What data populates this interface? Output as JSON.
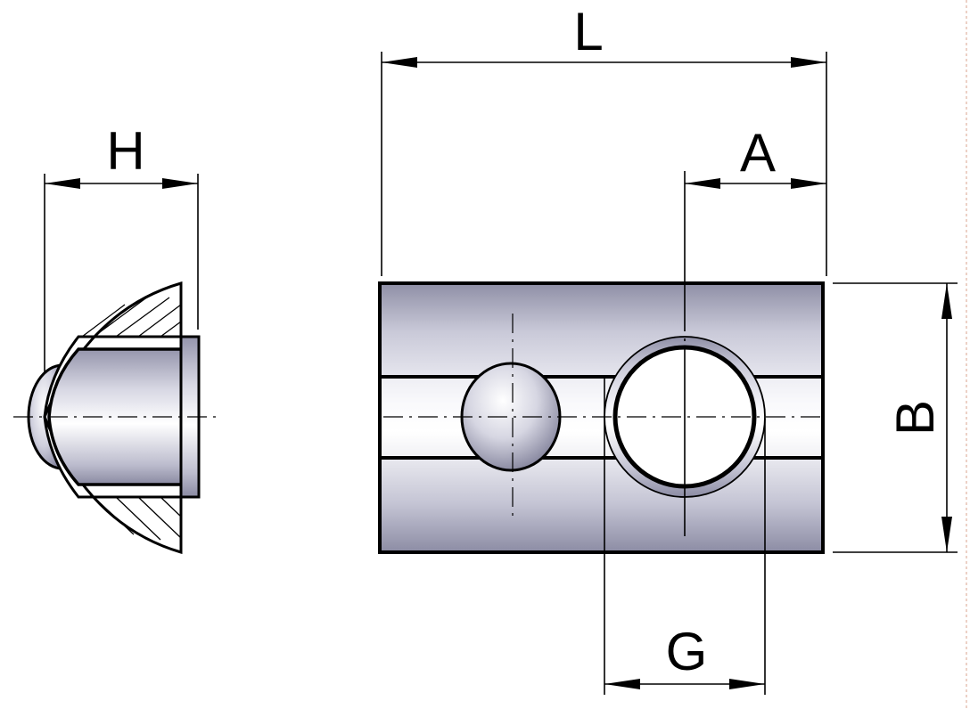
{
  "dimensions": {
    "length_label": "L",
    "offset_label": "A",
    "width_label": "B",
    "height_label": "H",
    "thread_label": "G"
  },
  "colors": {
    "body_light": "#f4f4f8",
    "body_dark": "#9a9ab0",
    "outline": "#000000"
  }
}
